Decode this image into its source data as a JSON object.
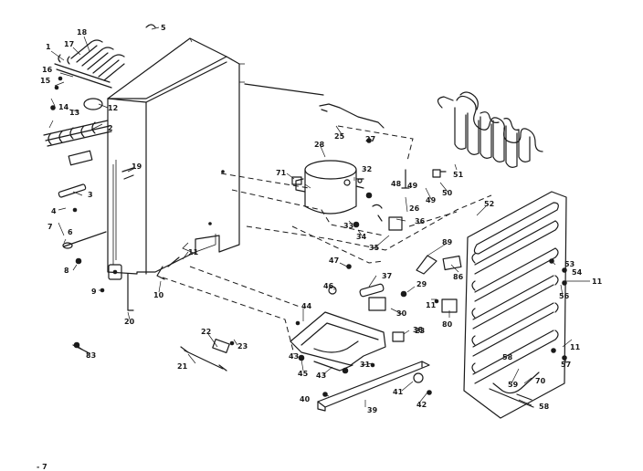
{
  "diagram": {
    "callouts": [
      "1",
      "2",
      "3",
      "4",
      "5",
      "6",
      "7",
      "8",
      "9",
      "10",
      "11",
      "11",
      "11",
      "11",
      "12",
      "13",
      "14",
      "15",
      "16",
      "17",
      "18",
      "19",
      "20",
      "21",
      "22",
      "23",
      "23",
      "25",
      "26",
      "27",
      "28",
      "29",
      "30",
      "31",
      "32",
      "33",
      "34",
      "35",
      "36",
      "37",
      "38",
      "39",
      "40",
      "41",
      "42",
      "43",
      "43",
      "44",
      "45",
      "46",
      "47",
      "48",
      "49",
      "49",
      "50",
      "51",
      "52",
      "53",
      "54",
      "56",
      "57",
      "58",
      "58",
      "59",
      "70",
      "71",
      "80",
      "83",
      "86",
      "89"
    ],
    "corner_mark": "- 7"
  }
}
